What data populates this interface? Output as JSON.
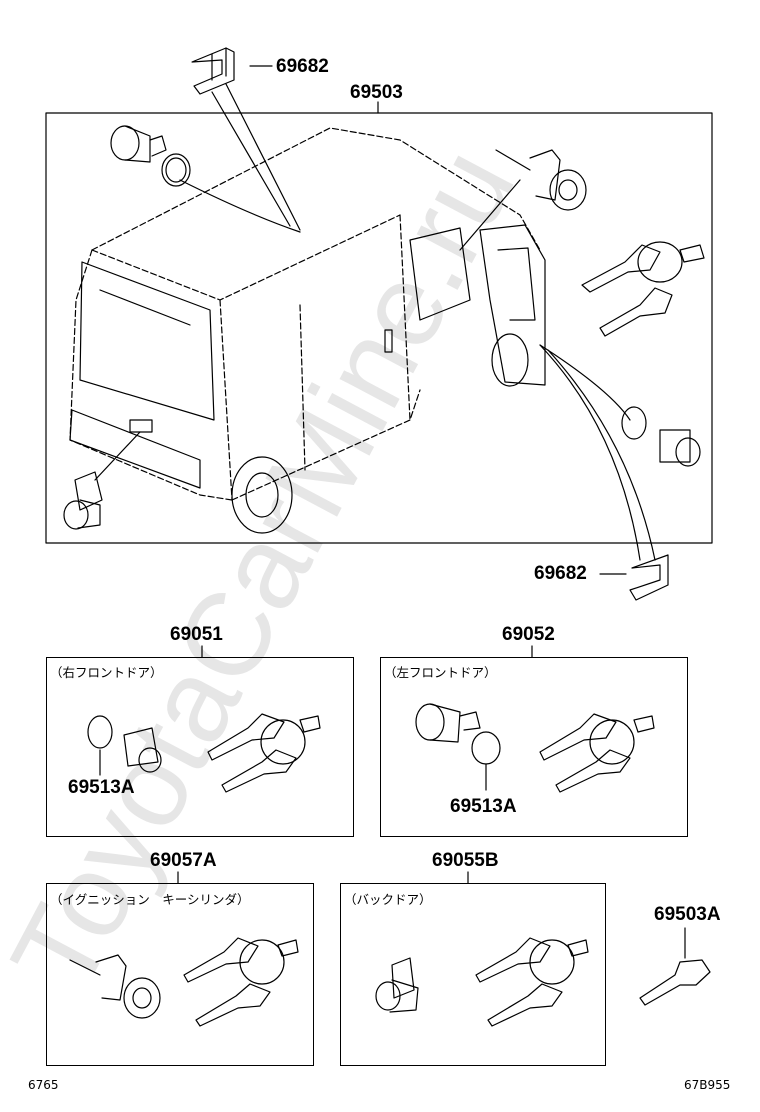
{
  "diagram": {
    "parts": {
      "top_clip": "69682",
      "set_main": "69503",
      "side_clip": "69682",
      "right_front": "69051",
      "left_front": "69052",
      "ignition": "69057A",
      "back_door": "69055B",
      "blank_key": "69503A",
      "gasket_right": "69513A",
      "gasket_left": "69513A"
    },
    "captions": {
      "right_front": "（右フロントドア）",
      "left_front": "（左フロントドア）",
      "ignition": "（イグニッション　キーシリンダ）",
      "back_door": "（バックドア）"
    },
    "footer": {
      "left": "6765",
      "right": "67B955"
    },
    "watermark": "ToyotaCarMine.ru",
    "colors": {
      "line": "#000000",
      "watermark": "#e6e6e6"
    }
  }
}
